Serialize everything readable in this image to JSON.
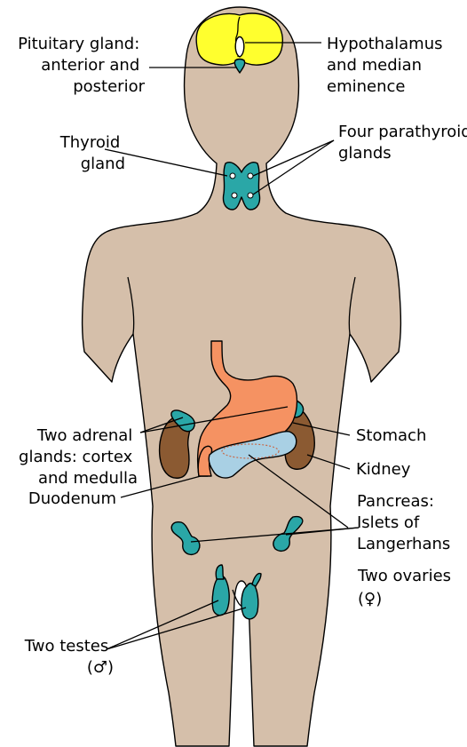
{
  "colors": {
    "skin": "#d5bfaa",
    "outline": "#000000",
    "brain": "#ffff2e",
    "gland": "#2aa7a7",
    "kidney": "#8b5a32",
    "stomach": "#f59262",
    "pancreas": "#a9d0e4",
    "text": "#000000"
  },
  "labels": {
    "pituitary": [
      "Pituitary gland:",
      "anterior and",
      "posterior"
    ],
    "hypothalamus": [
      "Hypothalamus",
      "and median",
      "eminence"
    ],
    "thyroid": [
      "Thyroid",
      "gland"
    ],
    "parathyroid": [
      "Four parathyroid",
      "glands"
    ],
    "adrenal": [
      "Two adrenal",
      "glands: cortex",
      "and medulla"
    ],
    "stomach": [
      "Stomach"
    ],
    "kidney": [
      "Kidney"
    ],
    "pancreas": [
      "Pancreas:",
      "Islets of",
      "Langerhans"
    ],
    "duodenum": [
      "Duodenum"
    ],
    "ovaries": [
      "Two ovaries",
      "(♀)"
    ],
    "testes": [
      "Two testes",
      "(♂)"
    ]
  }
}
